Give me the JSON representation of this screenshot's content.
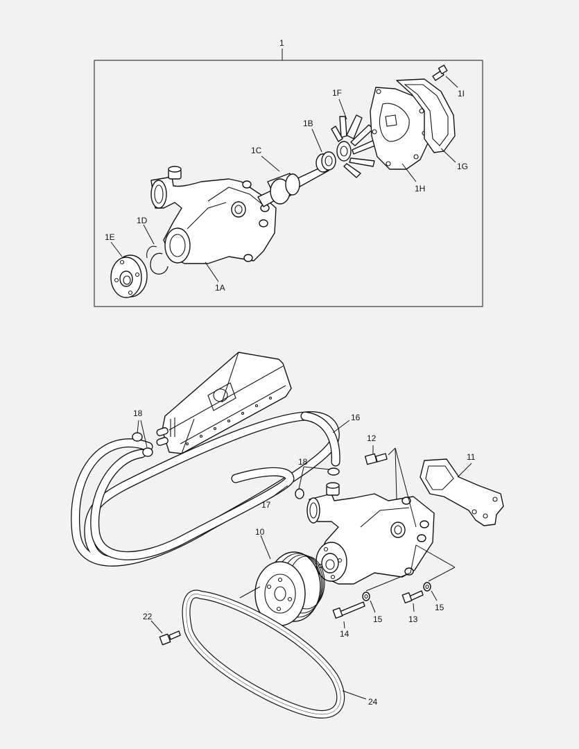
{
  "callouts": {
    "c1": "1",
    "c1A": "1A",
    "c1B": "1B",
    "c1C": "1C",
    "c1D": "1D",
    "c1E": "1E",
    "c1F": "1F",
    "c1G": "1G",
    "c1H": "1H",
    "c1I": "1I",
    "c10": "10",
    "c11": "11",
    "c12": "12",
    "c13": "13",
    "c14": "14",
    "c15a": "15",
    "c15b": "15",
    "c16": "16",
    "c17": "17",
    "c18a": "18",
    "c18b": "18",
    "c22": "22",
    "c24": "24"
  }
}
